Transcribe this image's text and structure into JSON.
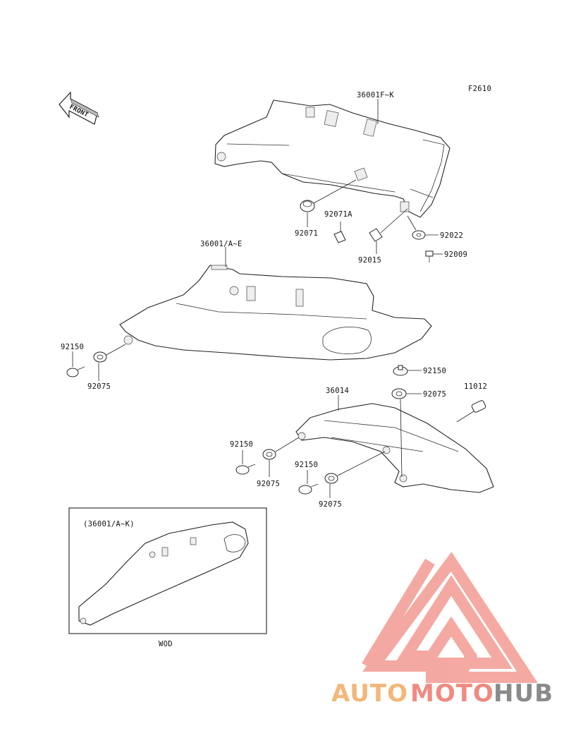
{
  "figure_code": "F2610",
  "front_label": "FRONT",
  "labels": {
    "upper_cover": "36001F~K",
    "lower_cover": "36001/A~E",
    "chain_cover": "36014",
    "grommet_upper": "92071",
    "clip_a": "92071A",
    "clip_b": "92015",
    "washer": "92022",
    "screw": "92009",
    "bolt_left": "92150",
    "collar_left": "92075",
    "bolt_right_top": "92150",
    "collar_right_top": "92075",
    "cap": "11012",
    "bolt_mid": "92150",
    "collar_mid": "92075",
    "bolt_mid2": "92150",
    "collar_mid2": "92075"
  },
  "inset": {
    "title": "(36001/A~K)",
    "caption": "WOD"
  },
  "watermark": {
    "auto": "AUTO",
    "moto": "MOTO",
    "hub": "HUB",
    "colors": {
      "auto": "#f2b77a",
      "moto": "#f08a80",
      "hub": "#8a8a8a",
      "triangle": "#f29b92"
    }
  }
}
